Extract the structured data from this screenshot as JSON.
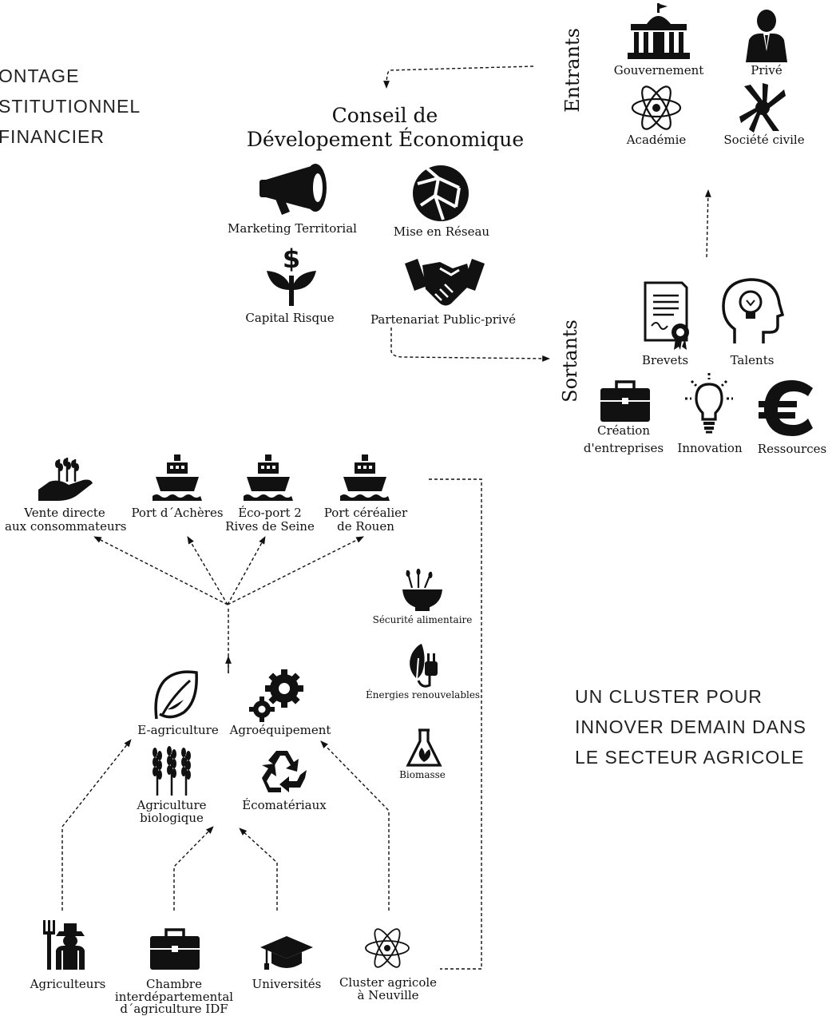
{
  "left_caption": [
    "ONTAGE",
    "STITUTIONNEL",
    "FINANCIER"
  ],
  "right_caption": [
    "UN CLUSTER POUR",
    "INNOVER DEMAIN DANS",
    "LE SECTEUR AGRICOLE"
  ],
  "conseil": {
    "title_line1": "Conseil de",
    "title_line2": "Dévelopement Économique",
    "items": {
      "marketing": "Marketing Territorial",
      "reseau": "Mise en Réseau",
      "capital": "Capital Risque",
      "partenariat": "Partenariat Public-privé"
    }
  },
  "entrants": {
    "label": "Entrants",
    "items": {
      "gouvernement": "Gouvernement",
      "prive": "Privé",
      "academie": "Académie",
      "societe": "Société civile"
    }
  },
  "sortants": {
    "label": "Sortants",
    "items": {
      "brevets": "Brevets",
      "talents": "Talents",
      "creation_1": "Création",
      "creation_2": "d'entreprises",
      "innovation": "Innovation",
      "ressources": "Ressources"
    }
  },
  "outlets": {
    "vente_1": "Vente directe",
    "vente_2": "aux consommateurs",
    "acheres": "Port d´Achères",
    "ecoport_1": "Éco-port 2",
    "ecoport_2": "Rives de Seine",
    "rouen_1": "Port céréalier",
    "rouen_2": "de Rouen"
  },
  "themes": {
    "securite": "Sécurité alimentaire",
    "energies": "Énergies renouvelables",
    "biomasse": "Biomasse"
  },
  "cluster": {
    "eagri": "E-agriculture",
    "agroequip": "Agroéquipement",
    "bio_1": "Agriculture",
    "bio_2": "biologique",
    "ecomat": "Écomatériaux"
  },
  "actors": {
    "agriculteurs": "Agriculteurs",
    "chambre_1": "Chambre",
    "chambre_2": "interdépartemental",
    "chambre_3": "d´agriculture IDF",
    "universites": "Universités",
    "neuville_1": "Cluster agricole",
    "neuville_2": "à Neuville"
  },
  "icons": [
    "gouvernement-building-icon",
    "prive-businessman-icon",
    "academie-atom-icon",
    "societe-hands-icon",
    "megaphone-icon",
    "globe-network-icon",
    "dollar-plant-icon",
    "handshake-icon",
    "brevets-certificate-icon",
    "talents-head-bulb-icon",
    "briefcase-icon",
    "lightbulb-icon",
    "euro-icon",
    "hand-wheat-icon",
    "ship-icon",
    "salad-bowl-icon",
    "leaf-plug-icon",
    "flask-leaf-icon",
    "leaf-icon",
    "gears-icon",
    "wheat-icon",
    "recycle-icon",
    "farmer-icon",
    "graduation-cap-icon",
    "atom-icon"
  ]
}
